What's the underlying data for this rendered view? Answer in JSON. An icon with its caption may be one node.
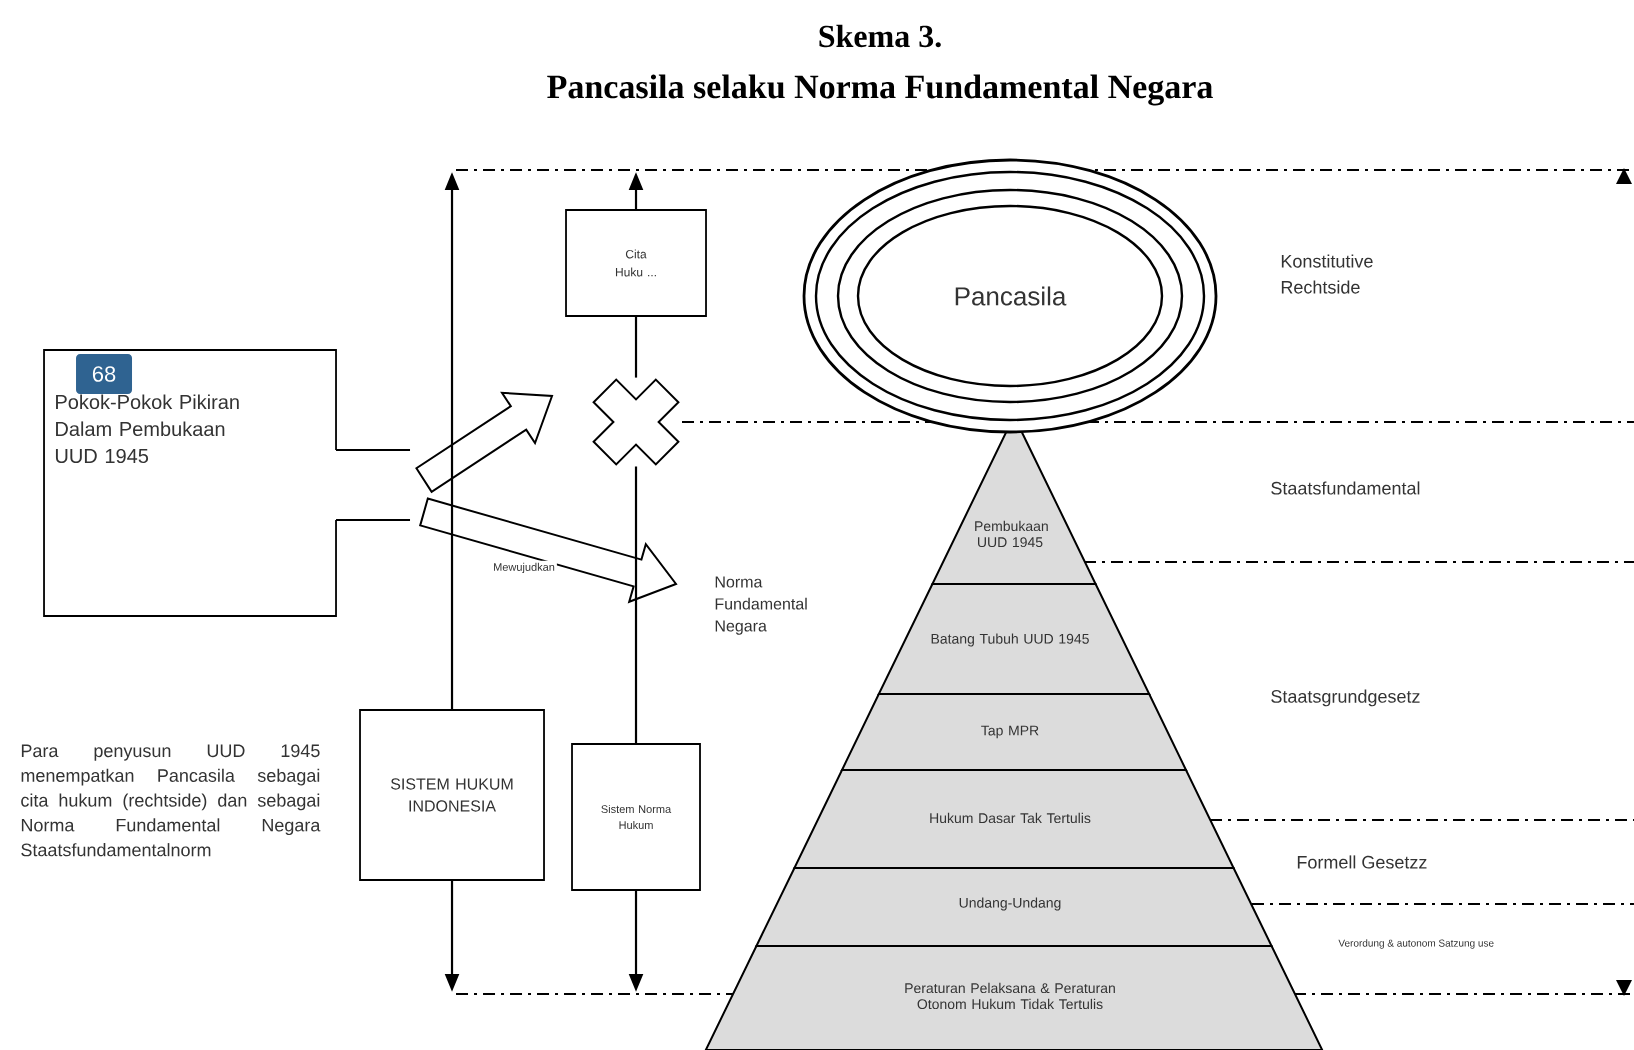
{
  "diagram": {
    "title": "Skema 3.",
    "nodes": [
      {
        "text": [
          "Pokok-Pokok Pikiran Dalam Pembukaan UUD 1945"
        ]
      },
      {
        "text": [
          "Cita Huku ..."
        ]
      },
      {
        "text": [],
        "shape": "cross"
      },
      {
        "text": [
          "Pancasila"
        ]
      },
      {
        "text": [
          "Norma Fundamental Negara"
        ]
      },
      {
        "text": [
          "SISTEM HUKUM INDONESIA"
        ]
      },
      {
        "text": [
          "Sistem Norma Hukum"
        ]
      },
      {
        "text": [
          "Pembukaan UUD 1945"
        ]
      },
      {
        "text": [
          "Batang Tubuh UUD 1945"
        ]
      },
      {
        "text": [
          "Tap MPR"
        ]
      },
      {
        "text": [
          "Hukum Dasar Tak Tertulis"
        ]
      },
      {
        "text": [
          "Undang-Undang"
        ]
      },
      {
        "text": [
          "Peraturan Pelaksana & Peraturan Otonom Hukum Tidak Tertulis"
        ]
      }
    ],
    "edges": [
      {
        "from": 0,
        "to": 2,
        "arrow": "to",
        "style": "thick"
      },
      {
        "from": 0,
        "to": 4,
        "arrow": "to",
        "style": "thick",
        "label": "Mewujudkan"
      },
      {
        "from": 5,
        "to": null,
        "arrow": "to"
      },
      {
        "from": 5,
        "to": null,
        "arrow": "to"
      },
      {
        "from": 1,
        "to": null,
        "arrow": "to"
      },
      {
        "from": 1,
        "to": 2,
        "arrow": "none"
      },
      {
        "from": 2,
        "to": 6,
        "arrow": "none"
      },
      {
        "from": 6,
        "to": null,
        "arrow": "to"
      }
    ],
    "labels": [
      "Pancasila selaku Norma Fundamental Negara",
      "68",
      "Konstitutive Rechtside",
      "Staatsfundamental",
      "Staatsgrundgesetz",
      "Formell Gesetzz",
      "Verordung & autonom Satzung use",
      "Para penyusun UUD 1945 menempatkan Pancasila sebagai cita hukum (rechtside) dan sebagai Norma Fundamental Negara Staatsfundamentalnorm"
    ]
  }
}
